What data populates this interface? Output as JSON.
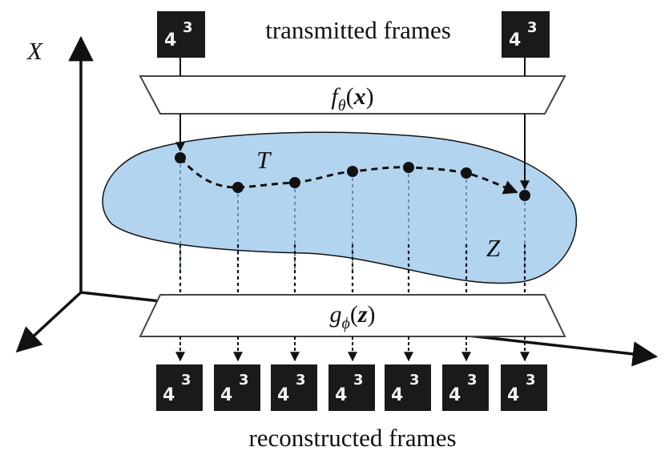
{
  "labels": {
    "top": "transmitted frames",
    "bottom": "reconstructed frames",
    "axis_x": "X",
    "trajectory": "T",
    "latent_space": "Z"
  },
  "encoder": {
    "f": "f",
    "sub": "θ",
    "arg_open": "(",
    "arg": "x",
    "arg_close": ")"
  },
  "decoder": {
    "g": "g",
    "sub": "ϕ",
    "arg_open": "(",
    "arg": "z",
    "arg_close": ")"
  },
  "frame_digits": {
    "left": "4",
    "right": "3"
  },
  "colors": {
    "latent_fill": "#b3d4ee",
    "frame_bg": "#1a1a1a",
    "line": "#111111",
    "dotted_light": "#6b8cae"
  }
}
